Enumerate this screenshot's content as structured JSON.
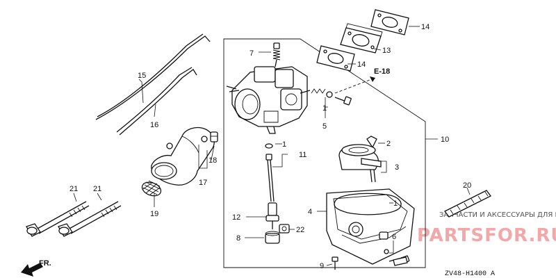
{
  "labels": {
    "p1a": "1",
    "p1b": "1",
    "p1c": "1",
    "p2": "2",
    "p3": "3",
    "p4": "4",
    "p5": "5",
    "p6": "6",
    "p7": "7",
    "p8": "8",
    "p9": "9",
    "p10": "10",
    "p11": "11",
    "p12": "12",
    "p13": "13",
    "p14a": "14",
    "p14b": "14",
    "p15": "15",
    "p16": "16",
    "p17": "17",
    "p18": "18",
    "p19": "19",
    "p20": "20",
    "p21a": "21",
    "p21b": "21",
    "p22": "22"
  },
  "reference": "E-18",
  "direction": "FR.",
  "diagram_code": "ZV48-H1400 A",
  "watermark": {
    "text": "ЗАПЧАСТИ И АКСЕССУАРЫ ДЛЯ МОТОТЕХНИКИ",
    "logo": "PARTSFOR.RU"
  },
  "colors": {
    "line": "#111111",
    "watermark_logo": "#f2a8a8",
    "watermark_text": "#555555"
  }
}
